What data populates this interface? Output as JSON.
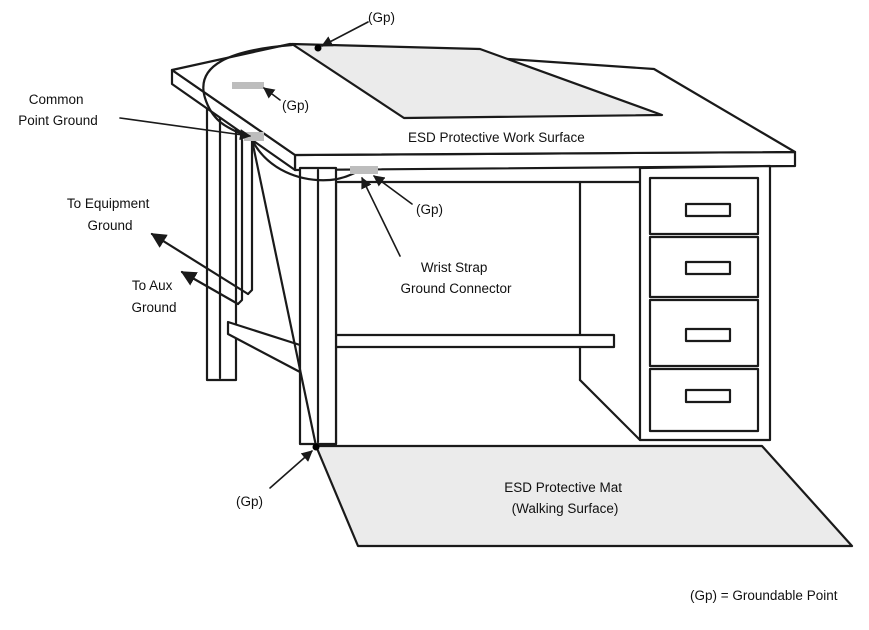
{
  "labels": {
    "gp_top": "(Gp)",
    "gp_upper_left": "(Gp)",
    "gp_under_desk": "(Gp)",
    "gp_floor": "(Gp)",
    "common_point_ground": [
      "Common",
      "Point Ground"
    ],
    "work_surface": "ESD Protective Work Surface",
    "to_equipment_ground": [
      "To Equipment",
      "Ground"
    ],
    "to_aux_ground": [
      "To Aux",
      "Ground"
    ],
    "wrist_strap_connector": [
      "Wrist Strap",
      "Ground Connector"
    ],
    "protective_mat": [
      "ESD Protective Mat",
      "(Walking Surface)"
    ],
    "legend": "(Gp) = Groundable Point"
  },
  "colors": {
    "line": "#1a1a1a",
    "surface_fill": "#ebebeb",
    "groundable_pad": "#bdbdbd"
  }
}
